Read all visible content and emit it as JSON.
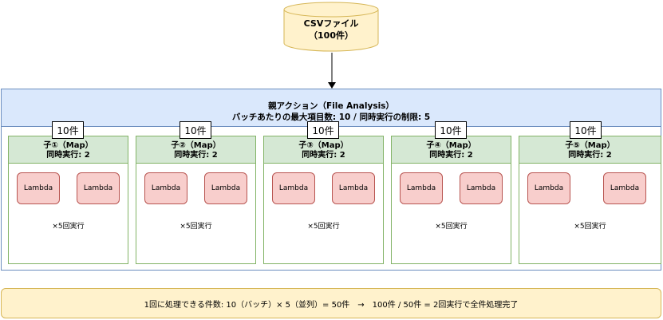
{
  "source": {
    "line1": "CSVファイル",
    "line2": "（100件）"
  },
  "parent": {
    "title": "親アクション（File Analysis）",
    "subtitle": "バッチあたりの最大項目数: 10 / 同時実行の制限: 5"
  },
  "children": [
    {
      "badge": "10件",
      "title": "子①（Map）",
      "concurrency": "同時実行: 2",
      "lambda1": "Lambda",
      "lambda2": "Lambda",
      "runs": "×5回実行"
    },
    {
      "badge": "10件",
      "title": "子②（Map）",
      "concurrency": "同時実行: 2",
      "lambda1": "Lambda",
      "lambda2": "Lambda",
      "runs": "×5回実行"
    },
    {
      "badge": "10件",
      "title": "子③（Map）",
      "concurrency": "同時実行: 2",
      "lambda1": "Lambda",
      "lambda2": "Lambda",
      "runs": "×5回実行"
    },
    {
      "badge": "10件",
      "title": "子④（Map）",
      "concurrency": "同時実行: 2",
      "lambda1": "Lambda",
      "lambda2": "Lambda",
      "runs": "×5回実行"
    },
    {
      "badge": "10件",
      "title": "子⑤（Map）",
      "concurrency": "同時実行: 2",
      "lambda1": "Lambda",
      "lambda2": "Lambda",
      "runs": "×5回実行"
    }
  ],
  "summary": "1回に処理できる件数: 10（バッチ）× 5（並列）= 50件　→　100件 / 50件 = 2回実行で全件処理完了",
  "colors": {
    "cylinder_fill": "#fff2cc",
    "cylinder_stroke": "#d6b656",
    "parent_fill": "#dae8fc",
    "parent_stroke": "#6c8ebf",
    "child_fill": "#d5e8d4",
    "child_stroke": "#82b366",
    "lambda_fill": "#f8cecc",
    "lambda_stroke": "#b85450"
  }
}
